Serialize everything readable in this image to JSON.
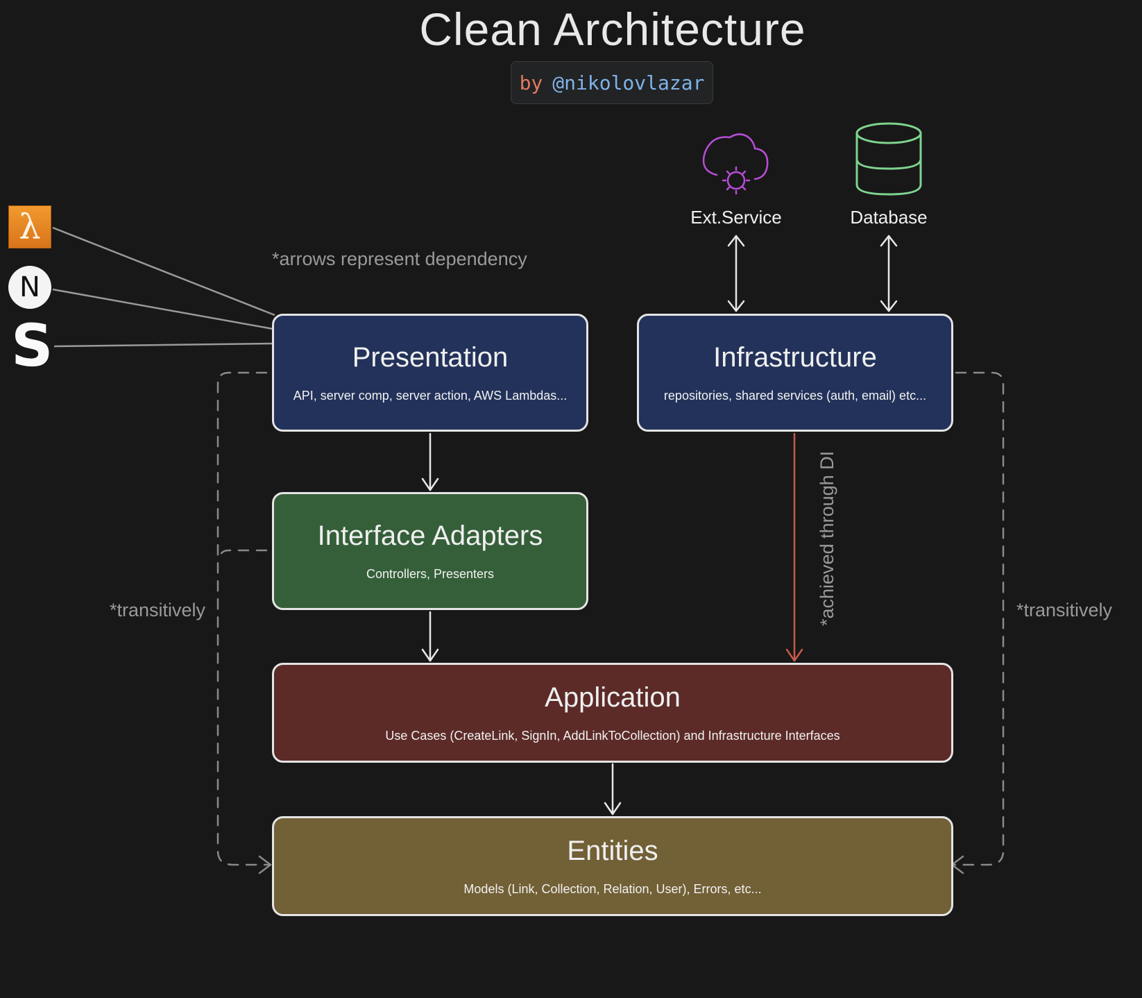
{
  "title": "Clean Architecture",
  "author": {
    "by": "by",
    "handle": "@nikolovlazar"
  },
  "legend_note": "*arrows represent dependency",
  "runtimes": [
    {
      "name": "aws-lambda-logo",
      "glyph": "λ"
    },
    {
      "name": "nextjs-logo",
      "glyph": "N"
    },
    {
      "name": "sst-logo",
      "glyph": "S"
    }
  ],
  "external": {
    "service_label": "Ext.Service",
    "database_label": "Database",
    "service_icon": "cloud-gear-icon",
    "database_icon": "database-icon",
    "service_color": "#b84dd6",
    "database_color": "#7fd48f"
  },
  "layers": {
    "presentation": {
      "title": "Presentation",
      "subtitle": "API, server comp, server action, AWS Lambdas...",
      "color": "#23325a"
    },
    "infrastructure": {
      "title": "Infrastructure",
      "subtitle": "repositories, shared services (auth, email) etc...",
      "color": "#23325a"
    },
    "adapters": {
      "title": "Interface Adapters",
      "subtitle": "Controllers, Presenters",
      "color": "#355f39"
    },
    "application": {
      "title": "Application",
      "subtitle": "Use Cases (CreateLink, SignIn, AddLinkToCollection) and Infrastructure Interfaces",
      "color": "#5c2b28"
    },
    "entities": {
      "title": "Entities",
      "subtitle": "Models (Link, Collection, Relation, User), Errors, etc...",
      "color": "#726036"
    }
  },
  "annotations": {
    "transitive_left": "*transitively",
    "transitive_right": "*transitively",
    "di_note": "*achieved through DI"
  },
  "colors": {
    "di_arrow": "#c85a4a",
    "dashed": "#8a8a8a",
    "arrow": "#e8e8e8"
  }
}
